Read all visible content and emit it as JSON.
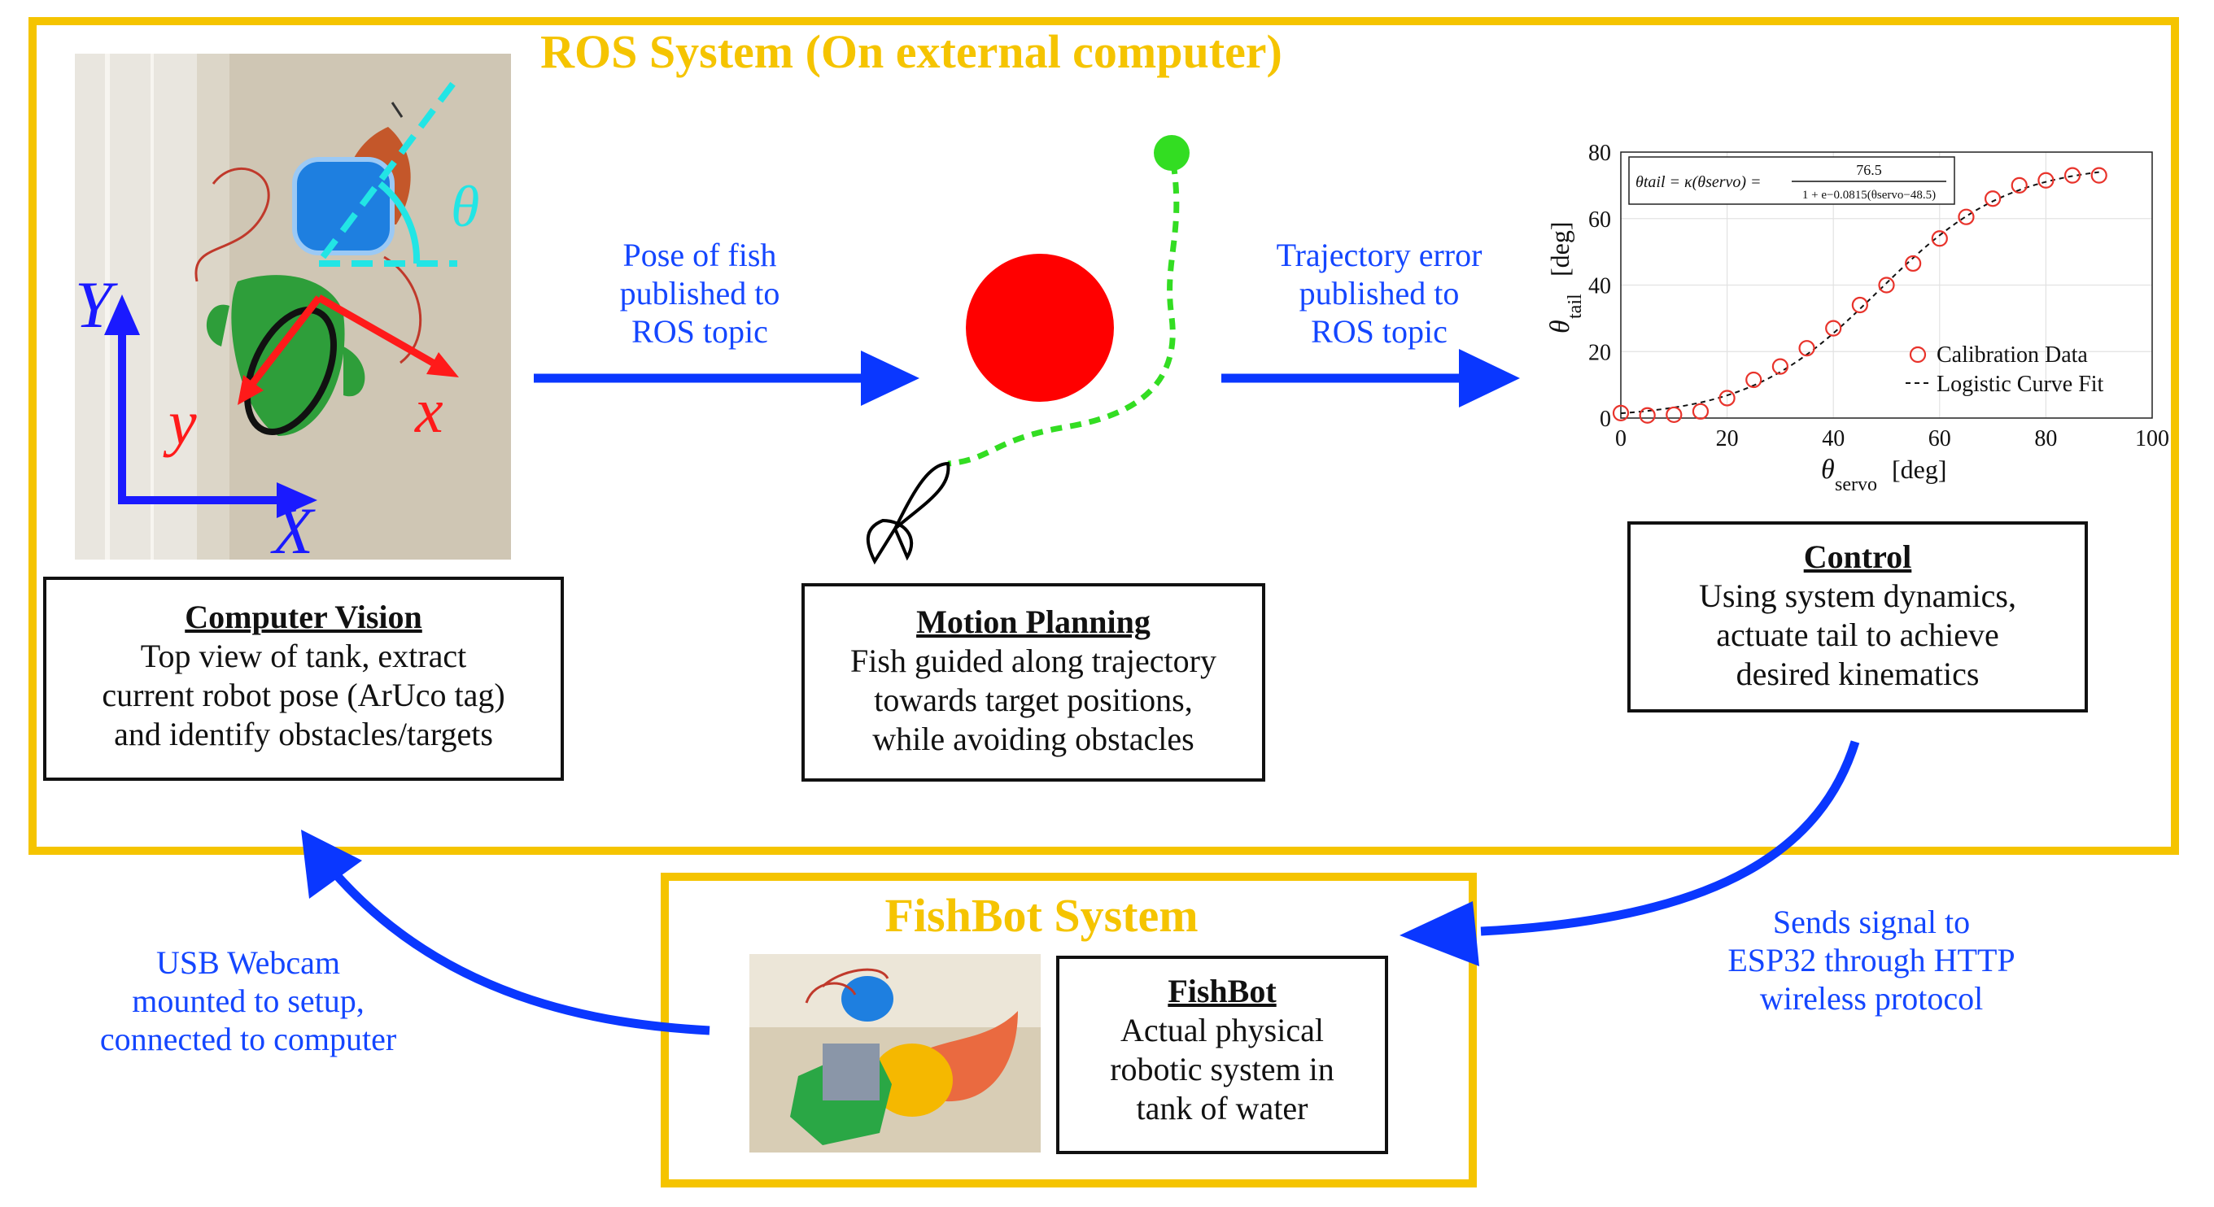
{
  "ros_system": {
    "title": "ROS System (On external computer)"
  },
  "fishbot_system": {
    "title": "FishBot System"
  },
  "computer_vision": {
    "heading": "Computer Vision",
    "lines": [
      "Top view of tank, extract",
      "current robot pose (ArUco tag)",
      "and identify obstacles/targets"
    ],
    "photo_labels": {
      "world_y": "Y",
      "world_x": "X",
      "body_y": "y",
      "body_x": "x",
      "angle": "θ"
    }
  },
  "motion_planning": {
    "heading": "Motion Planning",
    "lines": [
      "Fish guided along trajectory",
      "towards target positions,",
      "while avoiding obstacles"
    ]
  },
  "control": {
    "heading": "Control",
    "lines": [
      "Using system dynamics,",
      "actuate tail to achieve",
      "desired kinematics"
    ]
  },
  "fishbot": {
    "heading": "FishBot",
    "lines": [
      "Actual physical",
      "robotic system in",
      "tank of water"
    ]
  },
  "edges": {
    "pose_label": "Pose of fish\npublished to\nROS topic",
    "error_label": "Trajectory error\npublished to\nROS topic",
    "signal_label": "Sends signal to\nESP32 through HTTP\nwireless protocol",
    "webcam_label": "USB Webcam\nmounted to setup,\nconnected to computer"
  },
  "colors": {
    "frame": "#F5C400",
    "arrow": "#0a37ff",
    "obstacle": "#ff0000",
    "target": "#33dd22",
    "path": "#33dd22",
    "data": "#e8332b"
  },
  "chart_data": {
    "type": "scatter",
    "xlabel": "θ",
    "xlabel_sub": "servo",
    "xlabel_unit": "[deg]",
    "ylabel": "θ",
    "ylabel_sub": "tail",
    "ylabel_unit": "[deg]",
    "xlim": [
      0,
      100
    ],
    "ylim": [
      0,
      80
    ],
    "xticks": [
      0,
      20,
      40,
      60,
      80,
      100
    ],
    "yticks": [
      0,
      20,
      40,
      60,
      80
    ],
    "equation": {
      "lhs": "θtail = κ(θservo) =",
      "numerator": "76.5",
      "denominator": "1 + e−0.0815(θservo−48.5)"
    },
    "legend_position": "bottom-right",
    "series": [
      {
        "name": "Calibration Data",
        "style": "open-circle",
        "x": [
          0,
          5,
          10,
          15,
          20,
          25,
          30,
          35,
          40,
          45,
          50,
          55,
          60,
          65,
          70,
          75,
          80,
          85,
          90
        ],
        "y": [
          1.5,
          0.8,
          1.0,
          2.0,
          6.0,
          11.5,
          15.5,
          21.0,
          27.0,
          34.0,
          40.0,
          46.5,
          54.0,
          60.5,
          66.0,
          70.0,
          71.5,
          73.0,
          73.0
        ]
      },
      {
        "name": "Logistic Curve Fit",
        "style": "dashed-line",
        "model": {
          "L": 76.5,
          "k": 0.0815,
          "x0": 48.5
        },
        "x_range": [
          0,
          90
        ]
      }
    ]
  }
}
